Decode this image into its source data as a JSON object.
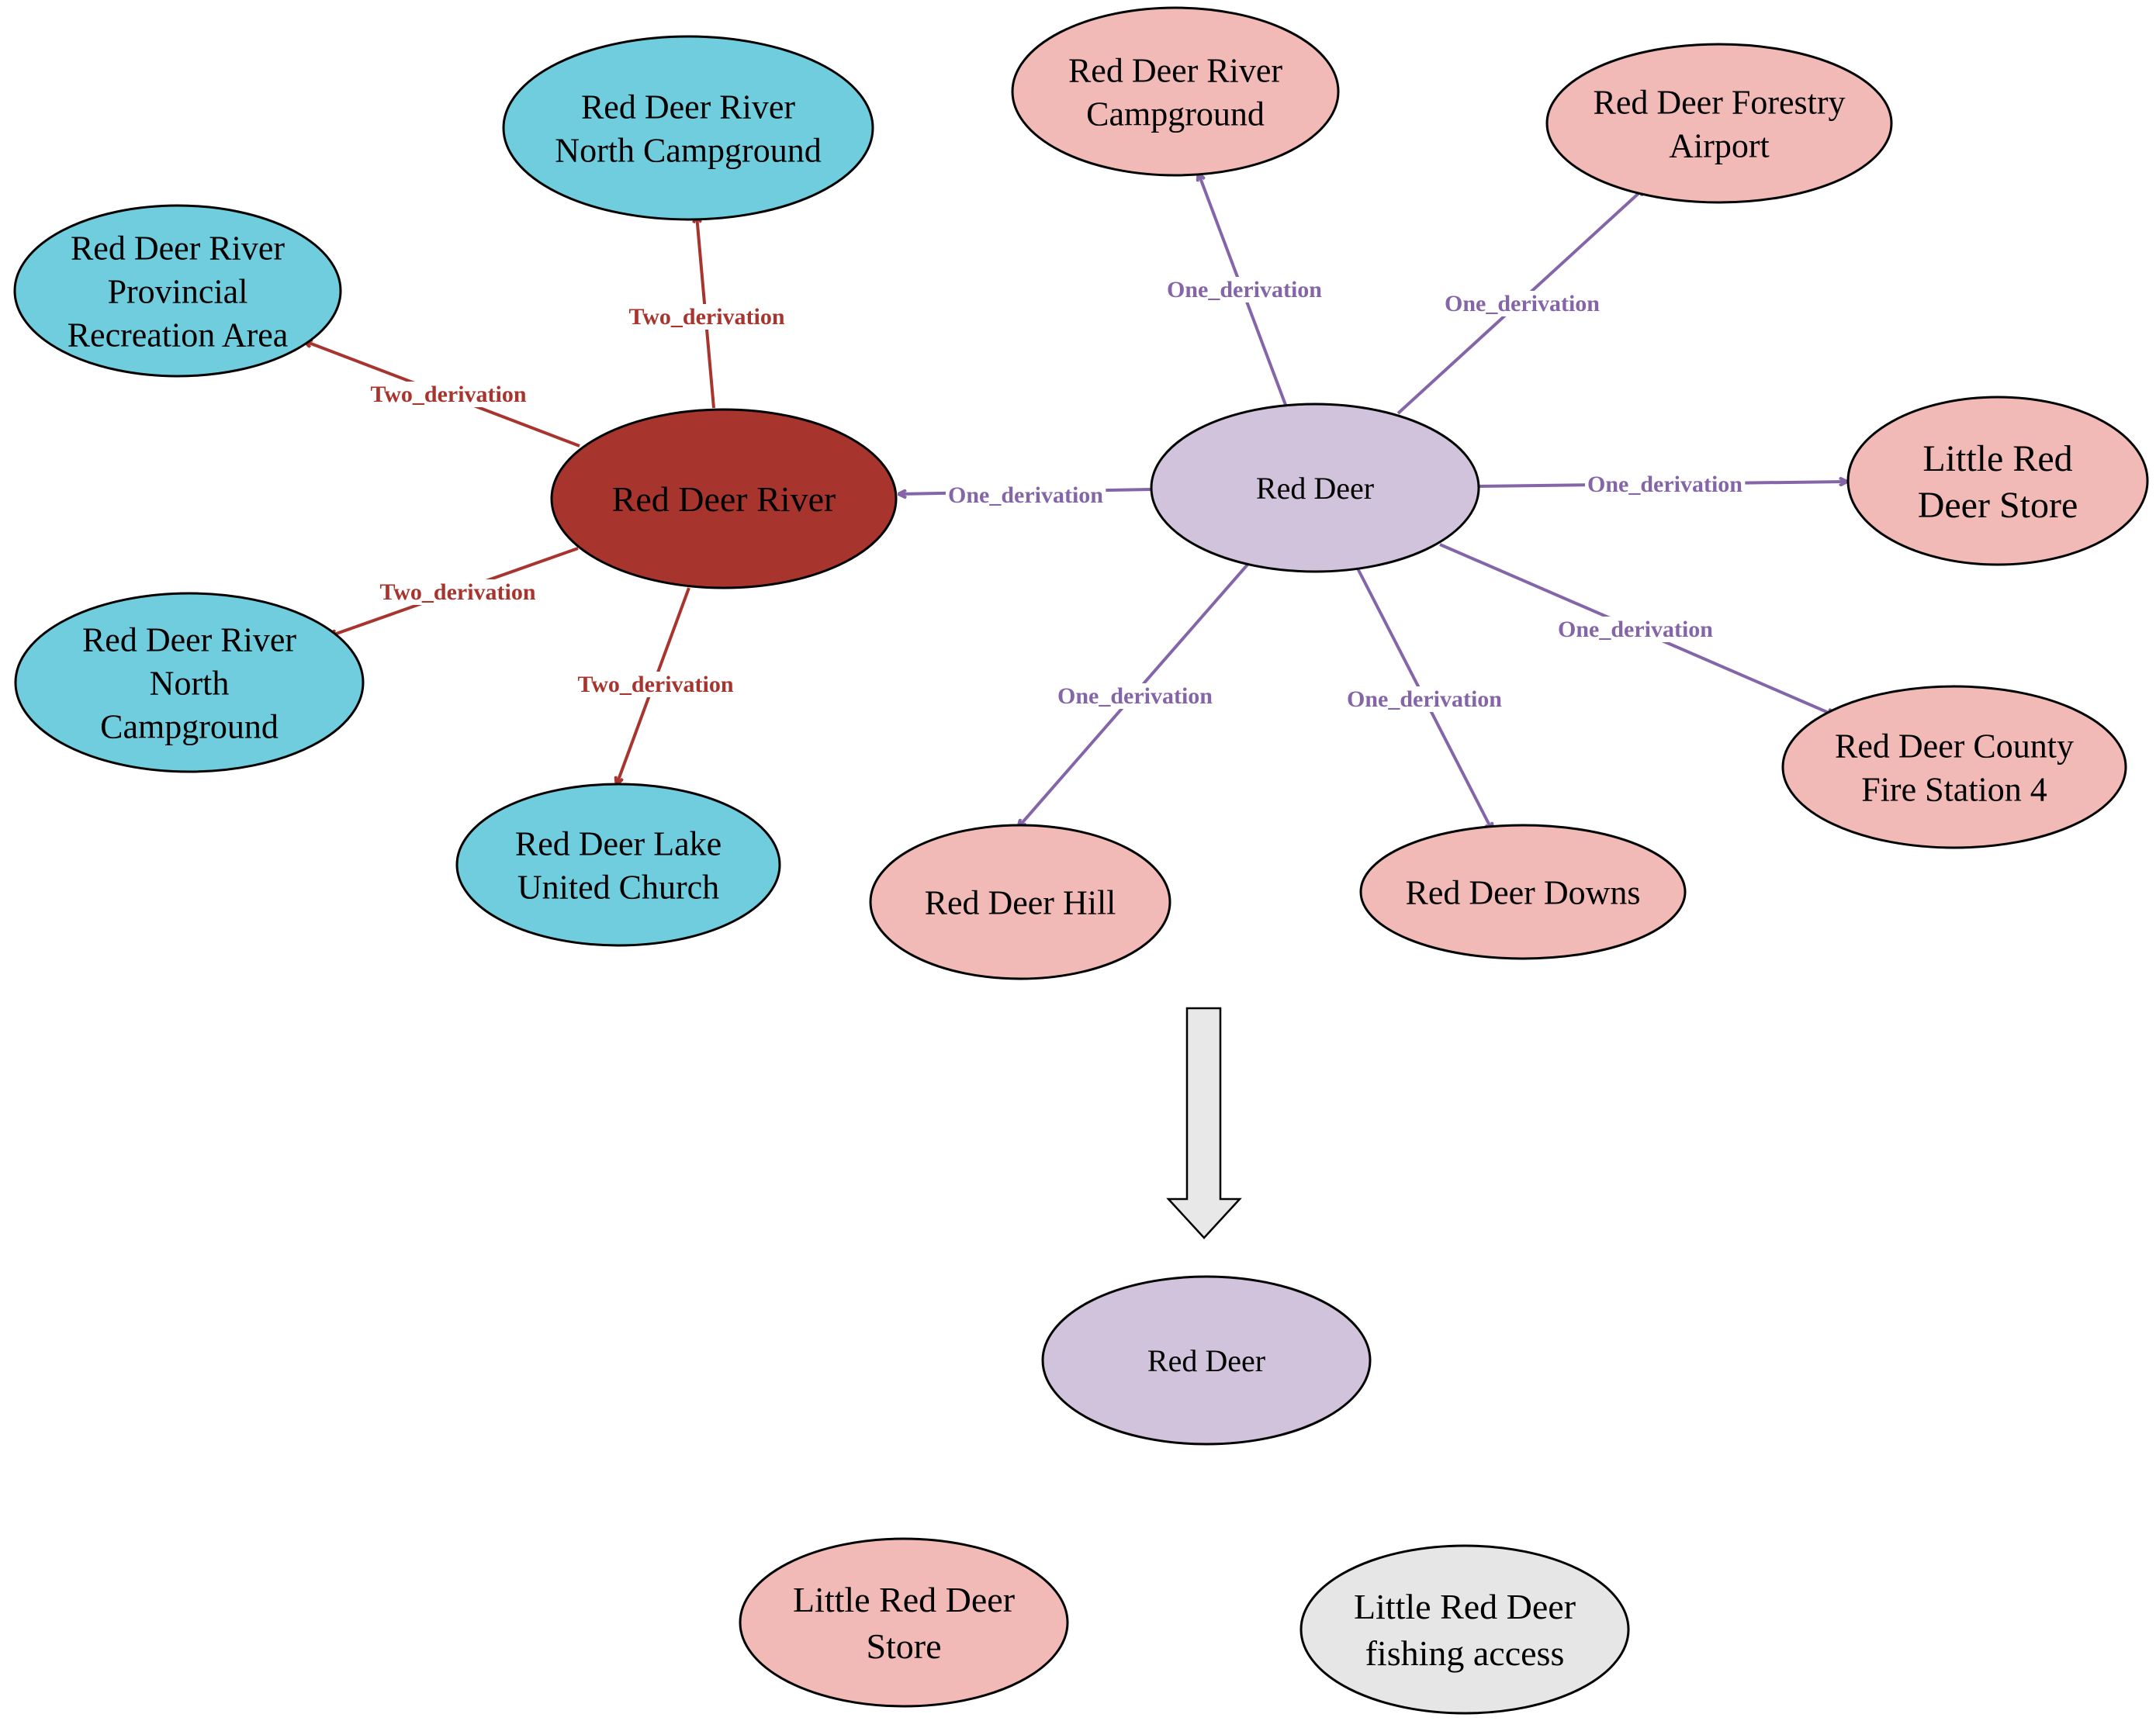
{
  "colors": {
    "blue_node": "#6FCDDD",
    "pink_node": "#F2BAB6",
    "purple_node": "#D1C3DC",
    "river_node": "#A8342E",
    "gray_node": "#E6E6E6",
    "purple_edge": "#8465A8",
    "red_edge": "#A8342E",
    "arrow_fill": "#E8E8E8",
    "stroke": "#000000"
  },
  "nodes": {
    "red_deer": {
      "lines": [
        "Red Deer"
      ]
    },
    "red_deer_river": {
      "lines": [
        "Red Deer River"
      ]
    },
    "north_campground_top": {
      "lines": [
        "Red Deer River",
        "North Campground"
      ]
    },
    "provincial_recreation": {
      "lines": [
        "Red Deer River",
        "Provincial",
        "Recreation Area"
      ]
    },
    "north_campground_left": {
      "lines": [
        "Red Deer River",
        "North",
        "Campground"
      ]
    },
    "lake_united_church": {
      "lines": [
        "Red Deer Lake",
        "United Church"
      ]
    },
    "river_campground": {
      "lines": [
        "Red Deer River",
        "Campground"
      ]
    },
    "forestry_airport": {
      "lines": [
        "Red Deer Forestry",
        "Airport"
      ]
    },
    "little_red_deer_store": {
      "lines": [
        "Little Red",
        "Deer Store"
      ]
    },
    "county_fire_station": {
      "lines": [
        "Red Deer County",
        "Fire Station 4"
      ]
    },
    "red_deer_downs": {
      "lines": [
        "Red Deer Downs"
      ]
    },
    "red_deer_hill": {
      "lines": [
        "Red Deer Hill"
      ]
    },
    "result_red_deer": {
      "lines": [
        "Red Deer"
      ]
    },
    "result_little_store": {
      "lines": [
        "Little Red Deer",
        "Store"
      ]
    },
    "result_fishing_access": {
      "lines": [
        "Little Red Deer",
        "fishing access"
      ]
    }
  },
  "edges": {
    "one_to_river": "One_derivation",
    "one_to_river_campground": "One_derivation",
    "one_to_forestry_airport": "One_derivation",
    "one_to_little_store": "One_derivation",
    "one_to_fire_station": "One_derivation",
    "one_to_downs": "One_derivation",
    "one_to_hill": "One_derivation",
    "two_to_north_campground_top": "Two_derivation",
    "two_to_provincial": "Two_derivation",
    "two_to_north_campground_left": "Two_derivation",
    "two_to_lake_church": "Two_derivation"
  }
}
